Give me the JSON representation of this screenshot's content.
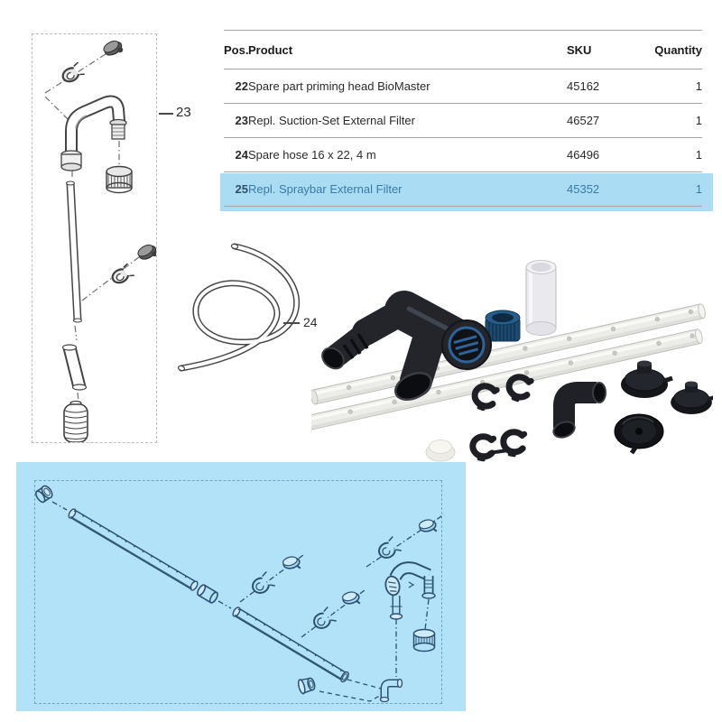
{
  "parts_table": {
    "columns": [
      "Pos.",
      "Product",
      "SKU",
      "Quantity"
    ],
    "rows": [
      {
        "pos": "22",
        "product": "Spare part priming head BioMaster",
        "sku": "45162",
        "quantity": "1",
        "highlighted": false
      },
      {
        "pos": "23",
        "product": "Repl. Suction-Set External Filter",
        "sku": "46527",
        "quantity": "1",
        "highlighted": false
      },
      {
        "pos": "24",
        "product": "Spare hose 16 x 22, 4 m",
        "sku": "46496",
        "quantity": "1",
        "highlighted": false
      },
      {
        "pos": "25",
        "product": "Repl. Spraybar External Filter",
        "sku": "45352",
        "quantity": "1",
        "highlighted": true
      }
    ]
  },
  "callouts": {
    "suction_set": "23",
    "spare_hose": "24"
  },
  "colors": {
    "row_highlight": "#aadcf4",
    "panel_blue": "#b1e2f8",
    "panel_line_art": "#2d5170",
    "highlight_text": "#3c7aa6",
    "table_border": "#a6a6a6",
    "gray_line_art": "#454545",
    "photo_black": "#202227",
    "photo_blue_nut": "#1c4a70"
  }
}
